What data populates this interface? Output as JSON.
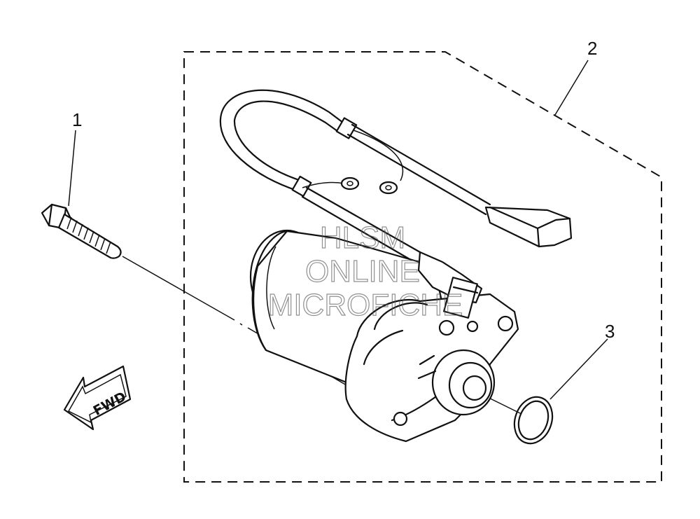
{
  "callouts": [
    {
      "label": "1",
      "part": "bolt"
    },
    {
      "label": "2",
      "part": "starter-motor-assembly"
    },
    {
      "label": "3",
      "part": "o-ring"
    }
  ],
  "direction_arrow": {
    "label": "FWD"
  },
  "watermark": {
    "line1": "HLSM",
    "line2": "ONLINE",
    "line3": "MICROFICHE"
  },
  "colors": {
    "ink": "#111111",
    "background": "#ffffff",
    "watermark": "#555555"
  }
}
